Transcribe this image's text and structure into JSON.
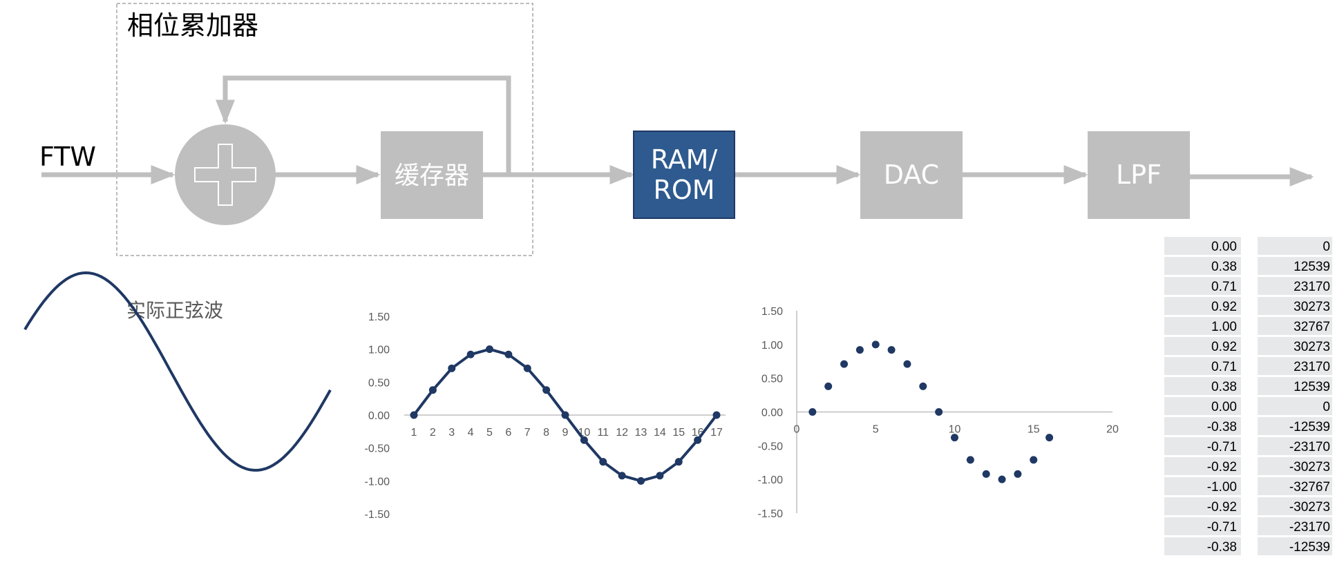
{
  "diagram": {
    "accumulator_title": "相位累加器",
    "input_label": "FTW",
    "buffer_label": "缓存器",
    "ram_rom_label": [
      "RAM/",
      "ROM"
    ],
    "dac_label": "DAC",
    "lpf_label": "LPF",
    "colors": {
      "gray": "#bfbfbf",
      "blue": "#2e5a8f",
      "dark_navy": "#1f3864",
      "dashed": "#a6a6a6"
    },
    "icons": {
      "adder": "plus-icon"
    }
  },
  "analog_wave": {
    "label": "实际正弦波"
  },
  "chart_data": [
    {
      "type": "line",
      "categories": [
        "1",
        "2",
        "3",
        "4",
        "5",
        "6",
        "7",
        "8",
        "9",
        "10",
        "11",
        "12",
        "13",
        "14",
        "15",
        "16",
        "17"
      ],
      "series": [
        {
          "values": [
            0,
            0.38,
            0.71,
            0.92,
            1,
            0.92,
            0.71,
            0.38,
            0,
            -0.38,
            -0.71,
            -0.92,
            -1,
            -0.92,
            -0.71,
            -0.38,
            0
          ]
        }
      ],
      "yticks": [
        "1.50",
        "1.00",
        "0.50",
        "0.00",
        "-0.50",
        "-1.00",
        "-1.50"
      ],
      "ylim": [
        -1.5,
        1.5
      ],
      "markers": true,
      "grid": false
    },
    {
      "type": "scatter",
      "series": [
        {
          "x": [
            1,
            2,
            3,
            4,
            5,
            6,
            7,
            8,
            9,
            10,
            11,
            12,
            13,
            14,
            15,
            16
          ],
          "y": [
            0,
            0.38,
            0.71,
            0.92,
            1,
            0.92,
            0.71,
            0.38,
            0,
            -0.38,
            -0.71,
            -0.92,
            -1,
            -0.92,
            -0.71,
            -0.38
          ]
        }
      ],
      "xticks": [
        "0",
        "5",
        "10",
        "15",
        "20"
      ],
      "yticks": [
        "1.50",
        "1.00",
        "0.50",
        "0.00",
        "-0.50",
        "-1.00",
        "-1.50"
      ],
      "xlim": [
        0,
        20
      ],
      "ylim": [
        -1.5,
        1.5
      ],
      "grid": false
    }
  ],
  "tables": {
    "normalized": [
      "0.00",
      "0.38",
      "0.71",
      "0.92",
      "1.00",
      "0.92",
      "0.71",
      "0.38",
      "0.00",
      "-0.38",
      "-0.71",
      "-0.92",
      "-1.00",
      "-0.92",
      "-0.71",
      "-0.38"
    ],
    "quantized": [
      "0",
      "12539",
      "23170",
      "30273",
      "32767",
      "30273",
      "23170",
      "12539",
      "0",
      "-12539",
      "-23170",
      "-30273",
      "-32767",
      "-30273",
      "-23170",
      "-12539"
    ]
  }
}
